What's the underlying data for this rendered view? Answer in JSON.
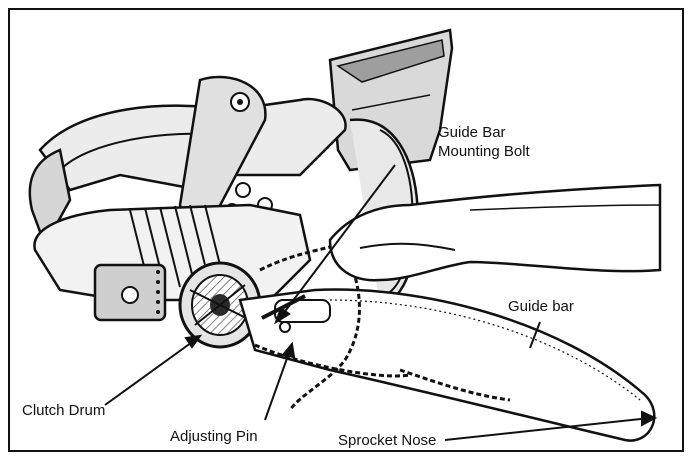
{
  "diagram": {
    "labels": {
      "guide_bar_mounting_bolt_line1": "Guide Bar",
      "guide_bar_mounting_bolt_line2": "Mounting Bolt",
      "guide_bar": "Guide bar",
      "clutch_drum": "Clutch Drum",
      "adjusting_pin": "Adjusting Pin",
      "sprocket_nose": "Sprocket Nose"
    },
    "colors": {
      "ink": "#111111",
      "background": "#ffffff",
      "shade": "#bdbdbd",
      "dark": "#2b2b2b"
    }
  }
}
